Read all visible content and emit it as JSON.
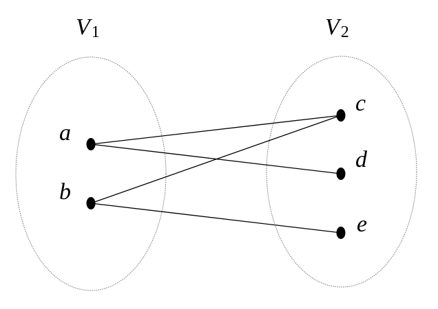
{
  "sets": [
    {
      "id": "V1",
      "label": "V",
      "subscript": "1"
    },
    {
      "id": "V2",
      "label": "V",
      "subscript": "2"
    }
  ],
  "vertices": [
    {
      "id": "a",
      "label": "a",
      "set": "V1"
    },
    {
      "id": "b",
      "label": "b",
      "set": "V1"
    },
    {
      "id": "c",
      "label": "c",
      "set": "V2"
    },
    {
      "id": "d",
      "label": "d",
      "set": "V2"
    },
    {
      "id": "e",
      "label": "e",
      "set": "V2"
    }
  ],
  "edges": [
    {
      "from": "a",
      "to": "c"
    },
    {
      "from": "a",
      "to": "d"
    },
    {
      "from": "b",
      "to": "c"
    },
    {
      "from": "b",
      "to": "e"
    }
  ]
}
